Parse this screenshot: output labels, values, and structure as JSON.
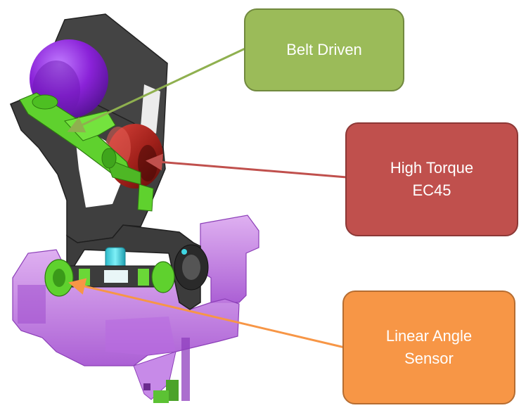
{
  "callouts": {
    "belt": {
      "label": "Belt Driven",
      "color": "#9bbb59"
    },
    "motor": {
      "label": "High Torque\nEC45",
      "color": "#c0504d"
    },
    "sensor": {
      "label": "Linear Angle\nSensor",
      "color": "#f79646"
    }
  },
  "colors": {
    "frame": "#3c3c3c",
    "belt_green": "#5fd12e",
    "motor_red": "#a8231c",
    "wheel_purple": "#8b22d6",
    "housing_magenta": "#c77ce0",
    "shaft_cyan": "#3fd6e3"
  }
}
